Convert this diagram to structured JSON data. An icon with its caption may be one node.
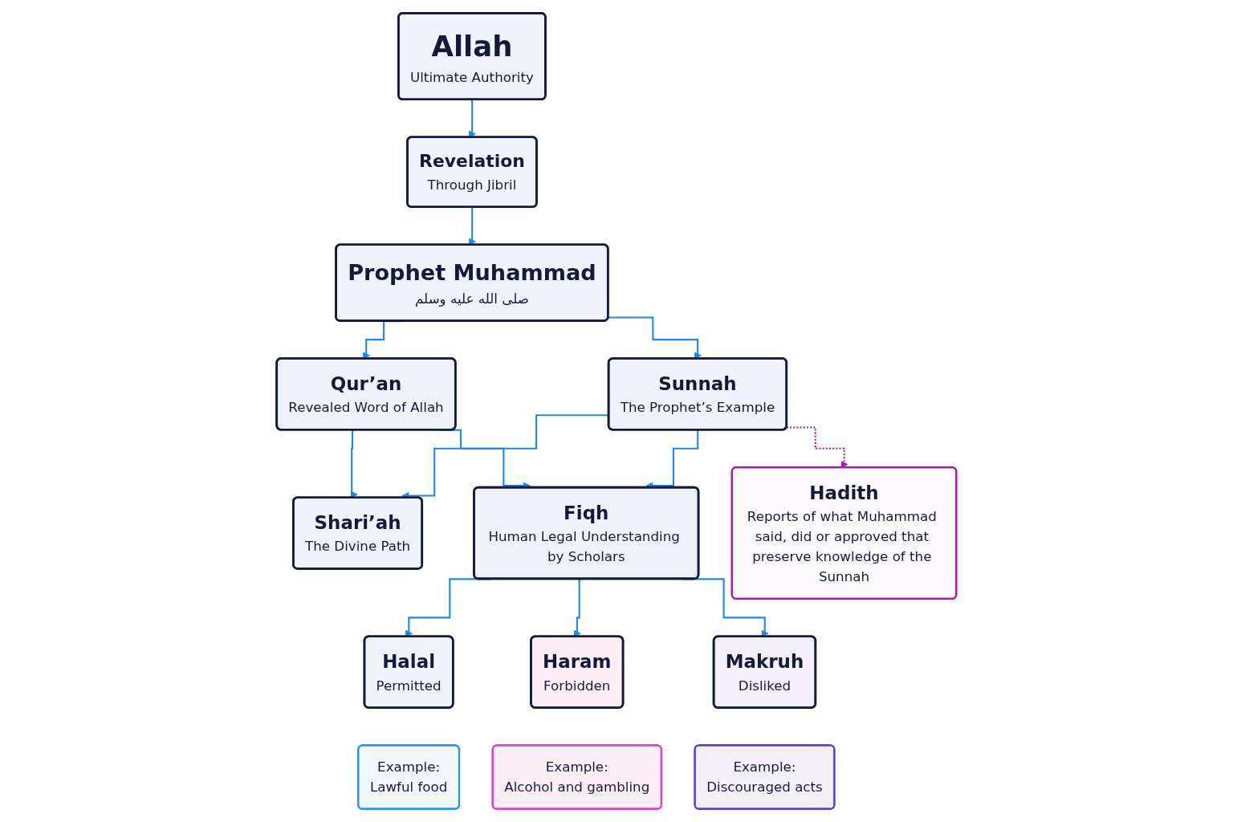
{
  "diagram": {
    "nodes": [
      {
        "text": [
          "Allah",
          "Ultimate Authority"
        ]
      },
      {
        "text": [
          "Revelation",
          "Through Jibril"
        ]
      },
      {
        "text": [
          "Prophet Muhammad",
          "صلى الله عليه وسلم"
        ]
      },
      {
        "text": [
          "Qur’an",
          "Revealed Word of Allah"
        ]
      },
      {
        "text": [
          "Sunnah",
          "The Prophet’s Example"
        ]
      },
      {
        "text": [
          "Hadith",
          "Reports of what Muhammad said, did or approved that preserve knowledge of the Sunnah"
        ]
      },
      {
        "text": [
          "Shari’ah",
          "The Divine Path"
        ]
      },
      {
        "text": [
          "Fiqh",
          "Human Legal Understanding by Scholars"
        ]
      },
      {
        "text": [
          "Halal",
          "Permitted"
        ]
      },
      {
        "text": [
          "Haram",
          "Forbidden"
        ]
      },
      {
        "text": [
          "Makruh",
          "Disliked"
        ]
      },
      {
        "text": [
          "Example:",
          "Lawful food"
        ]
      },
      {
        "text": [
          "Example:",
          "Alcohol and gambling"
        ]
      },
      {
        "text": [
          "Example:",
          "Discouraged acts"
        ]
      }
    ],
    "edges": [
      {
        "from": 0,
        "to": 1,
        "arrow": "to"
      },
      {
        "from": 1,
        "to": 2,
        "arrow": "to"
      },
      {
        "from": 2,
        "to": 3,
        "arrow": "to"
      },
      {
        "from": 2,
        "to": 4,
        "arrow": "to"
      },
      {
        "from": 4,
        "to": 5,
        "arrow": "to",
        "style": "dashed",
        "color": "#a21caf"
      },
      {
        "from": 3,
        "to": 6,
        "arrow": "to"
      },
      {
        "from": 3,
        "to": 7,
        "arrow": "to"
      },
      {
        "from": 4,
        "to": 6,
        "arrow": "to"
      },
      {
        "from": 4,
        "to": 7,
        "arrow": "to"
      },
      {
        "from": 7,
        "to": 8,
        "arrow": "to"
      },
      {
        "from": 7,
        "to": 9,
        "arrow": "to"
      },
      {
        "from": 7,
        "to": 10,
        "arrow": "to"
      }
    ]
  }
}
